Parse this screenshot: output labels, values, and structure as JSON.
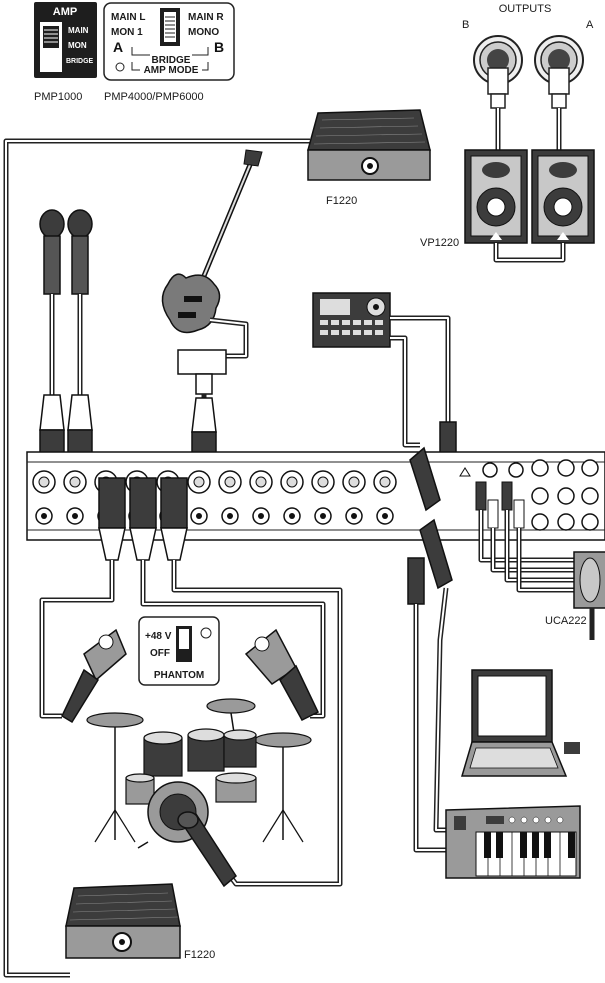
{
  "amp_switch": {
    "title": "AMP",
    "opt1": "MAIN",
    "opt2": "MON",
    "opt3": "BRIDGE",
    "model": "PMP1000"
  },
  "mode_switch": {
    "left_top": "MAIN L",
    "left_bottom": "MON 1",
    "right_top": "MAIN R",
    "right_bottom": "MONO",
    "letter_a": "A",
    "letter_b": "B",
    "bridge": "BRIDGE",
    "amp_mode": "AMP MODE",
    "model": "PMP4000/PMP6000"
  },
  "outputs": {
    "title": "OUTPUTS",
    "b": "B",
    "a": "A"
  },
  "phantom": {
    "v48": "+48 V",
    "off": "OFF",
    "title": "PHANTOM"
  },
  "labels": {
    "monitor_top": "F1220",
    "speakers": "VP1220",
    "interface": "UCA222",
    "monitor_bottom": "F1220"
  },
  "colors": {
    "device_dark": "#3c3c3c",
    "device_mid": "#7a7a7a",
    "device_light": "#c8c8c8",
    "line": "#222222"
  }
}
